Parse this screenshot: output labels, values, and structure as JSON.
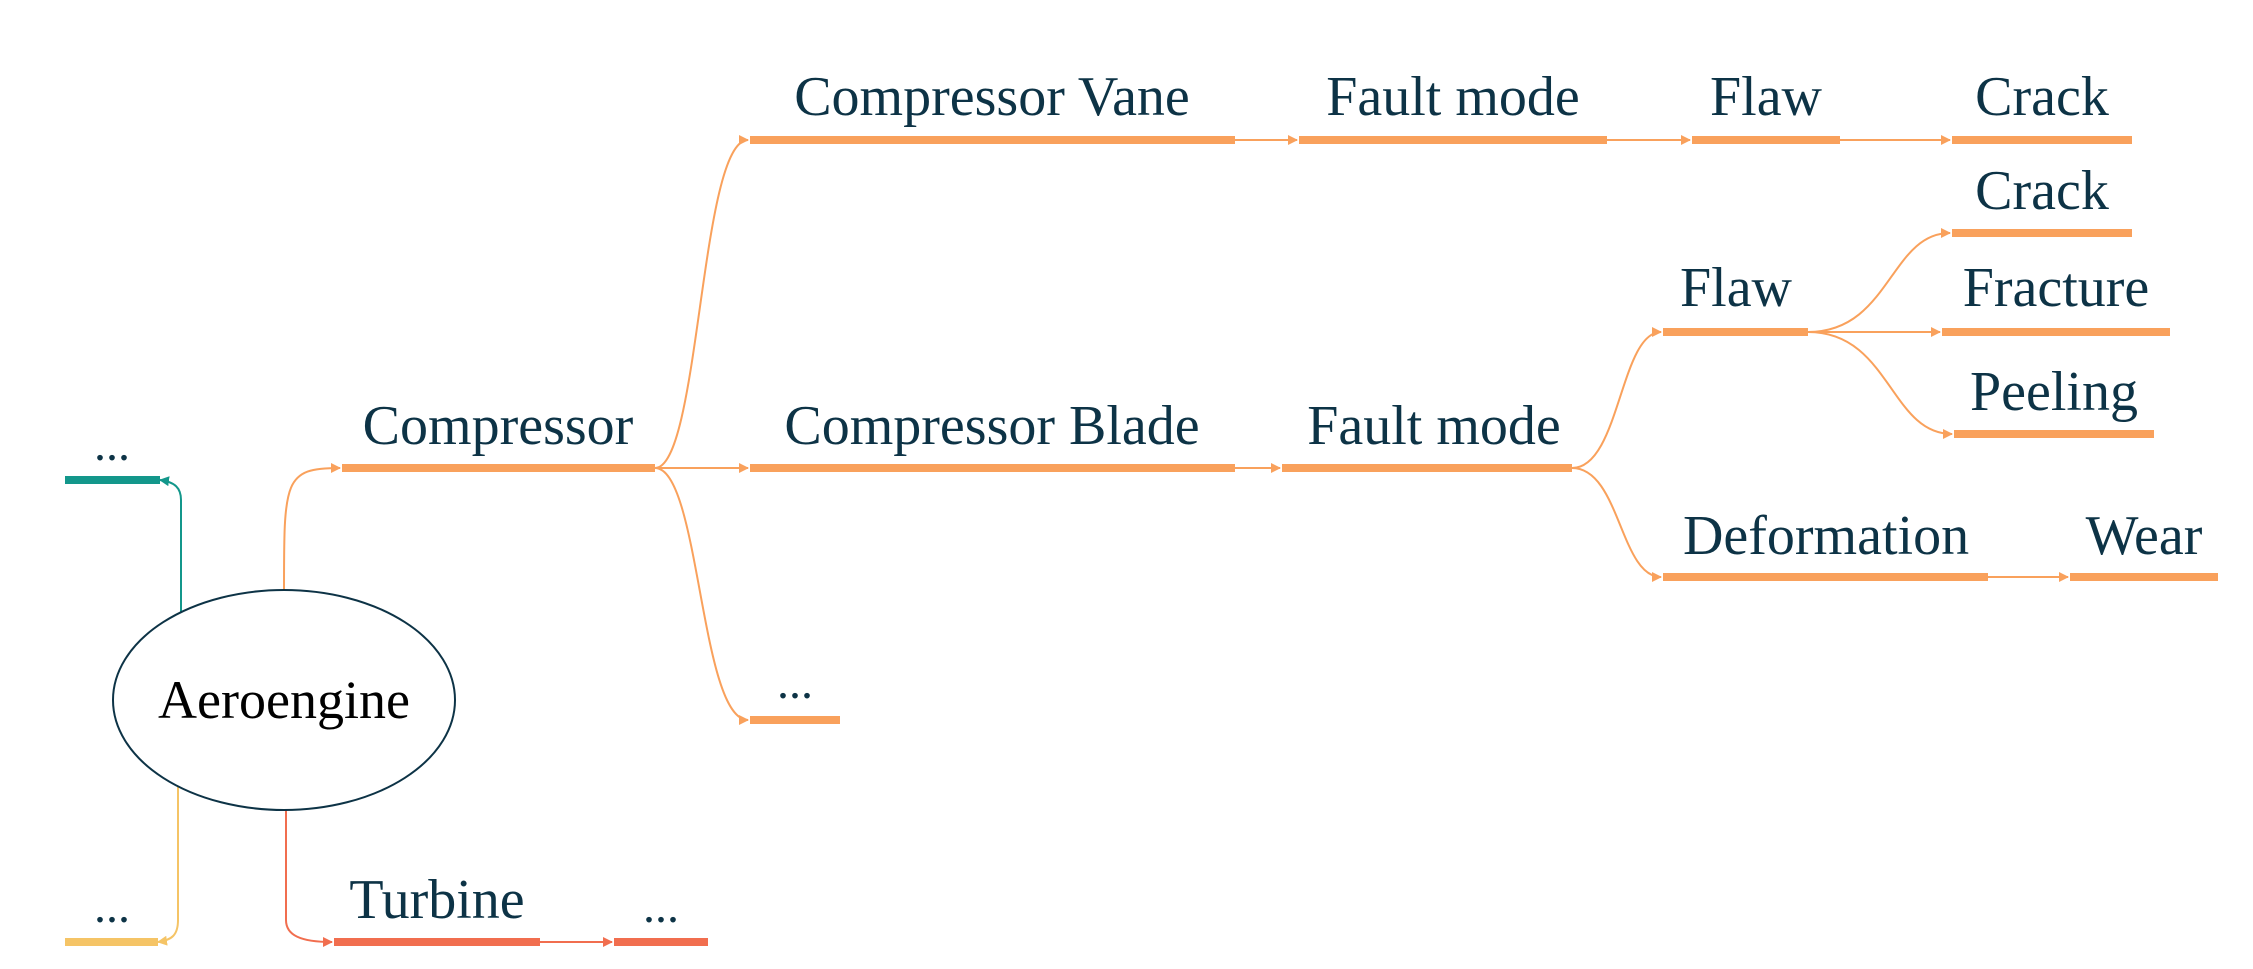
{
  "diagram": {
    "root": {
      "label": "Aeroengine"
    },
    "colors": {
      "orange": "#f9a15c",
      "teal": "#13978b",
      "yellow": "#f5c466",
      "red": "#f16e4f",
      "text": "#0d3346",
      "root_border": "#0d3346"
    },
    "nodes": {
      "left_top": "...",
      "left_bottom": "...",
      "compressor": "Compressor",
      "compressor_vane": "Compressor Vane",
      "compressor_blade": "Compressor Blade",
      "compressor_more": "...",
      "vane_fault_mode": "Fault mode",
      "vane_flaw": "Flaw",
      "vane_crack": "Crack",
      "blade_fault_mode": "Fault mode",
      "blade_flaw": "Flaw",
      "blade_deformation": "Deformation",
      "flaw_crack": "Crack",
      "flaw_fracture": "Fracture",
      "flaw_peeling": "Peeling",
      "deformation_wear": "Wear",
      "turbine": "Turbine",
      "turbine_more": "..."
    }
  }
}
